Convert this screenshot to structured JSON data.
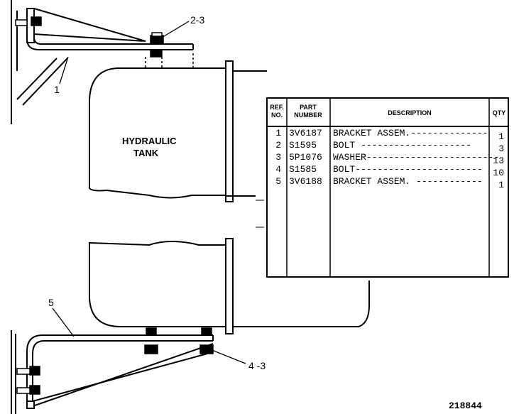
{
  "tank_label": {
    "line1": "HYDRAULIC",
    "line2": "TANK"
  },
  "callouts": {
    "top_hardware": "2-3",
    "top_bracket": "1",
    "bottom_bracket": "5",
    "bottom_hardware": "4 -3"
  },
  "parts_table": {
    "headers": {
      "ref": [
        "REF.",
        "NO."
      ],
      "part": [
        "PART",
        "NUMBER"
      ],
      "description": "DESCRIPTION",
      "qty": "QTY"
    },
    "rows": [
      {
        "ref": "1",
        "part": "3V6187",
        "description": "BRACKET ASSEM.--------------",
        "qty": "1"
      },
      {
        "ref": "2",
        "part": "S1595",
        "description": "BOLT --------------------",
        "qty": "3"
      },
      {
        "ref": "3",
        "part": "5P1076",
        "description": "WASHER------------------------",
        "qty": "13"
      },
      {
        "ref": "4",
        "part": "S1585",
        "description": "BOLT-----------------------",
        "qty": "10"
      },
      {
        "ref": "5",
        "part": "3V6188",
        "description": "BRACKET ASSEM. ------------",
        "qty": "1"
      }
    ]
  },
  "drawing_number": "218844"
}
